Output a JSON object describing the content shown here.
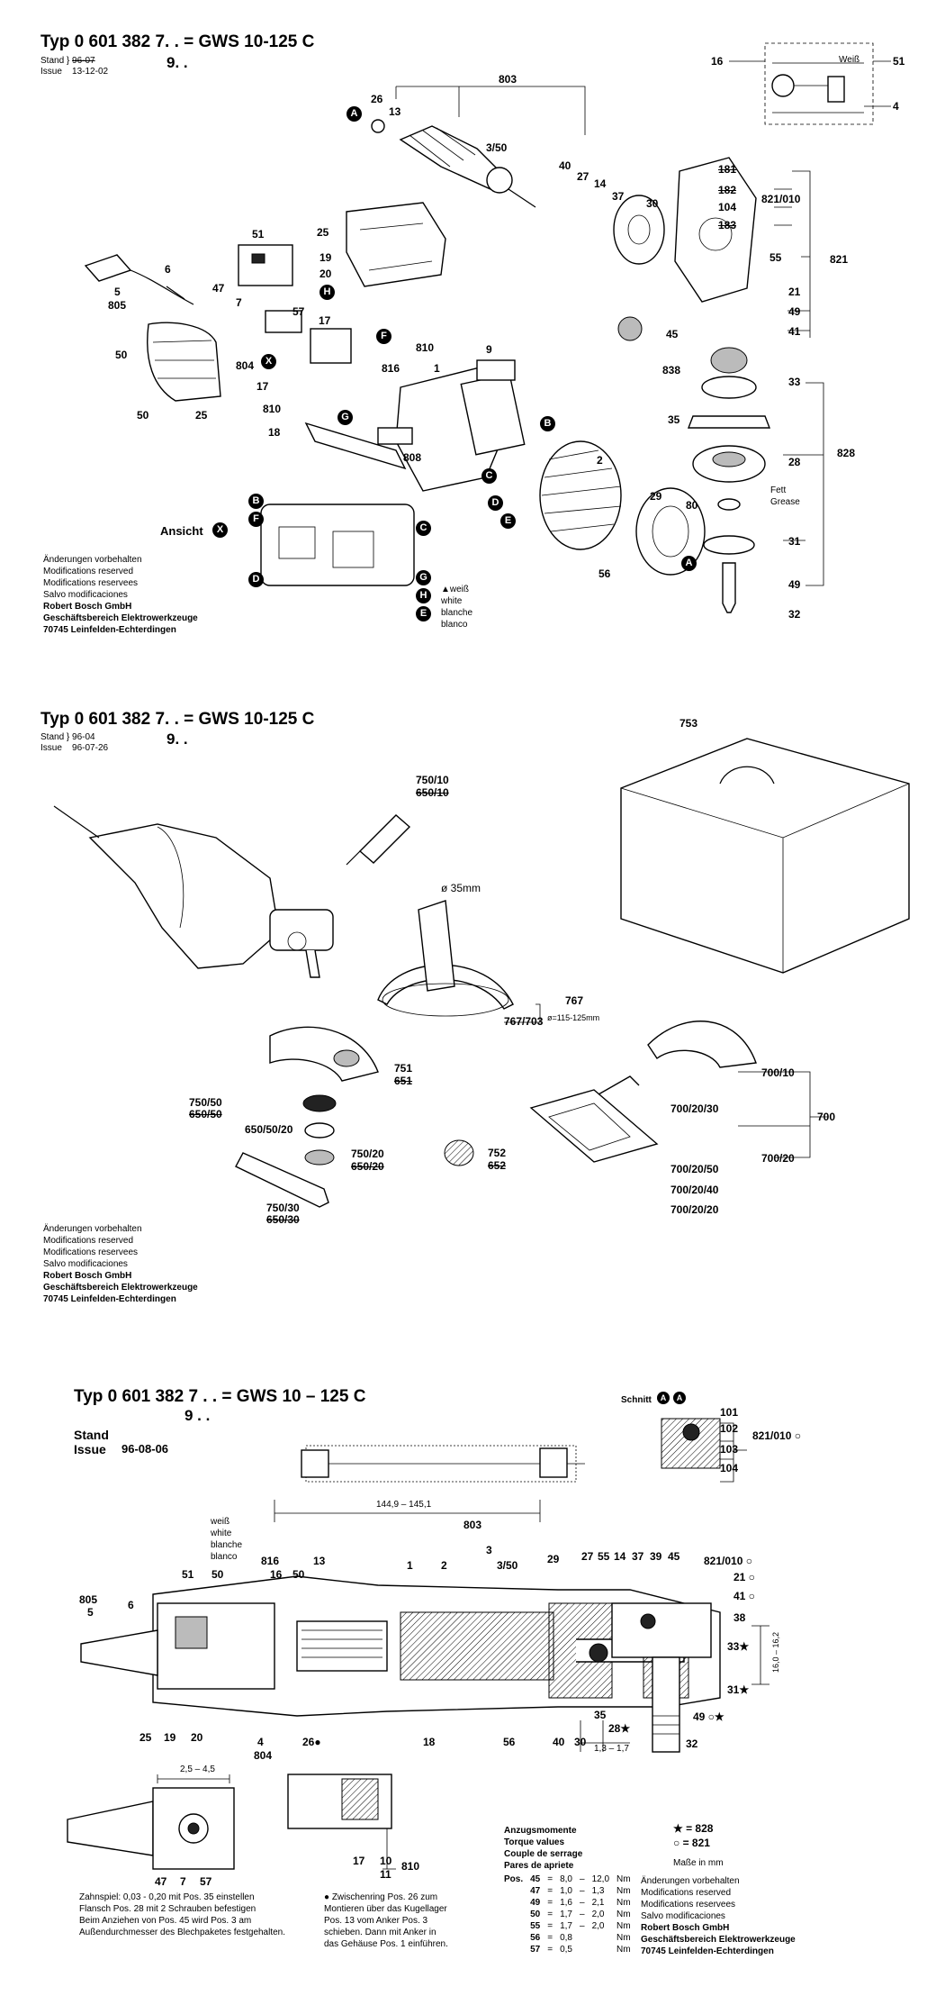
{
  "sheet1": {
    "title_prefix": "Typ",
    "title_number": "0 601 382 7. . = GWS 10-125 C",
    "variant": "9. .",
    "stand_label": "Stand",
    "issue_label": "Issue",
    "stand_old": "96-07",
    "issue_date": "13-12-02",
    "ansicht": "Ansicht",
    "weiss": [
      "▲weiß",
      "white",
      "blanche",
      "blanco"
    ],
    "notes": [
      "Änderungen vorbehalten",
      "Modifications reserved",
      "Modifications reservees",
      "Salvo modificaciones"
    ],
    "notes_bold": [
      "Robert Bosch GmbH",
      "Geschäftsbereich Elektrowerkzeuge",
      "70745 Leinfelden-Echterdingen"
    ],
    "fett": [
      "Fett",
      "Grease"
    ],
    "inset_weiss": "Weiß",
    "labels": {
      "l803": "803",
      "l26": "26",
      "l13": "13",
      "l3_50": "3/50",
      "l40": "40",
      "l27": "27",
      "l14": "14",
      "l37": "37",
      "l30": "30",
      "l181": "181",
      "l182": "182",
      "l104": "104",
      "l183": "183",
      "l821_010": "821/010",
      "l821": "821",
      "l55": "55",
      "l21": "21",
      "l49a": "49",
      "l41": "41",
      "l51": "51",
      "l25": "25",
      "l6": "6",
      "l5": "5",
      "l805": "805",
      "l19": "19",
      "l20": "20",
      "l47": "47",
      "l7": "7",
      "l57": "57",
      "l17a": "17",
      "l810a": "810",
      "l816": "816",
      "l804": "804",
      "l1": "1",
      "l9": "9",
      "l17b": "17",
      "l810b": "810",
      "l50a": "50",
      "l50b": "50",
      "l25b": "25",
      "l18": "18",
      "l808": "808",
      "l45": "45",
      "l838": "838",
      "l33": "33",
      "l35": "35",
      "l28": "28",
      "l828": "828",
      "l80": "80",
      "l31": "31",
      "l49b": "49",
      "l32": "32",
      "l2": "2",
      "l29": "29",
      "l56": "56",
      "l16": "16",
      "l51i": "51",
      "l4": "4"
    }
  },
  "sheet2": {
    "title_prefix": "Typ",
    "title_number": "0 601 382 7. . = GWS 10-125 C",
    "variant": "9. .",
    "stand_label": "Stand",
    "issue_label": "Issue",
    "stand_date": "96-04",
    "issue_date": "96-07-26",
    "notes": [
      "Änderungen vorbehalten",
      "Modifications reserved",
      "Modifications reservees",
      "Salvo modificaciones"
    ],
    "notes_bold": [
      "Robert Bosch GmbH",
      "Geschäftsbereich Elektrowerkzeuge",
      "70745 Leinfelden-Echterdingen"
    ],
    "labels": {
      "l753": "753",
      "l750_10": "750/10",
      "l650_10": "650/10",
      "diam35": "ø 35mm",
      "l767": "767",
      "l767_703": "767/703",
      "diam115": "ø=115-125mm",
      "l751": "751",
      "l651": "651",
      "l750_50": "750/50",
      "l650_50": "650/50",
      "l650_50_20": "650/50/20",
      "l750_20": "750/20",
      "l650_20": "650/20",
      "l752": "752",
      "l652": "652",
      "l750_30": "750/30",
      "l650_30": "650/30",
      "l700_10": "700/10",
      "l700": "700",
      "l700_20_30": "700/20/30",
      "l700_20": "700/20",
      "l700_20_50": "700/20/50",
      "l700_20_40": "700/20/40",
      "l700_20_20": "700/20/20"
    }
  },
  "sheet3": {
    "title_prefix": "Typ",
    "title_number": "0 601 382 7 . . = GWS 10 – 125 C",
    "variant": "9 . .",
    "stand_label": "Stand",
    "issue_label": "Issue",
    "issue_date": "96-08-06",
    "schnitt": "Schnitt",
    "dim_144": "144,9 – 145,1",
    "dim_16": "16,0 – 16,2",
    "dim_13": "1,3 – 1,7",
    "dim_25": "2,5 – 4,5",
    "weiss": [
      "weiß",
      "white",
      "blanche",
      "blanco"
    ],
    "legend_star": "★ = 828",
    "legend_circ": "○ = 821",
    "masse": "Maße in mm",
    "notes": [
      "Änderungen vorbehalten",
      "Modifications reserved",
      "Modifications reservees",
      "Salvo modificaciones"
    ],
    "notes_bold": [
      "Robert Bosch GmbH",
      "Geschäftsbereich Elektrowerkzeuge",
      "70745 Leinfelden-Echterdingen"
    ],
    "zahnspiel": [
      "Zahnspiel: 0,03 - 0,20 mit Pos. 35 einstellen",
      "Flansch Pos. 28 mit 2 Schrauben befestigen",
      "Beim Anziehen von Pos. 45 wird Pos. 3 am",
      "Außendurchmesser des Blechpaketes festgehalten."
    ],
    "zwischenring": [
      "Zwischenring Pos. 26 zum",
      "Montieren über das Kugellager",
      "Pos. 13 vom Anker Pos. 3",
      "schieben. Dann mit Anker in",
      "das Gehäuse Pos. 1 einführen."
    ],
    "torque_head": [
      "Anzugsmomente",
      "Torque values",
      "Couple de serrage",
      "Pares de apriete"
    ],
    "torque_rows": [
      [
        "Pos.",
        "45",
        "=",
        "8,0",
        "–",
        "12,0",
        "Nm"
      ],
      [
        "",
        "47",
        "=",
        "1,0",
        "–",
        "1,3",
        "Nm"
      ],
      [
        "",
        "49",
        "=",
        "1,6",
        "–",
        "2,1",
        "Nm"
      ],
      [
        "",
        "50",
        "=",
        "1,7",
        "–",
        "2,0",
        "Nm"
      ],
      [
        "",
        "55",
        "=",
        "1,7",
        "–",
        "2,0",
        "Nm"
      ],
      [
        "",
        "56",
        "=",
        "0,8",
        "",
        "",
        "Nm"
      ],
      [
        "",
        "57",
        "=",
        "0,5",
        "",
        "",
        "Nm"
      ]
    ],
    "labels": {
      "l101": "101",
      "l102": "102",
      "l103": "103",
      "l104": "104",
      "l821_010a": "821/010 ○",
      "l803": "803",
      "l3": "3",
      "l3_50": "3/50",
      "l1": "1",
      "l2": "2",
      "l29": "29",
      "l27": "27",
      "l55": "55",
      "l14": "14",
      "l37": "37",
      "l39": "39",
      "l45": "45",
      "l821_010b": "821/010 ○",
      "l21": "21 ○",
      "l41": "41 ○",
      "l38": "38",
      "l33": "33★",
      "l31": "31★",
      "l49": "49 ○★",
      "l32": "32",
      "l28": "28★",
      "l35": "35",
      "l30": "30",
      "l40": "40",
      "l56": "56",
      "l18": "18",
      "l26": "26●",
      "l804": "804",
      "l4": "4",
      "l20": "20",
      "l19": "19",
      "l25": "25",
      "l805": "805",
      "l5": "5",
      "l6": "6",
      "l51": "51",
      "l50": "50",
      "l816": "816",
      "l16": "16",
      "l50b": "50",
      "l13": "13",
      "l47": "47",
      "l7": "7",
      "l57": "57",
      "l17": "17",
      "l10": "10",
      "l11": "11",
      "l810": "810"
    }
  }
}
